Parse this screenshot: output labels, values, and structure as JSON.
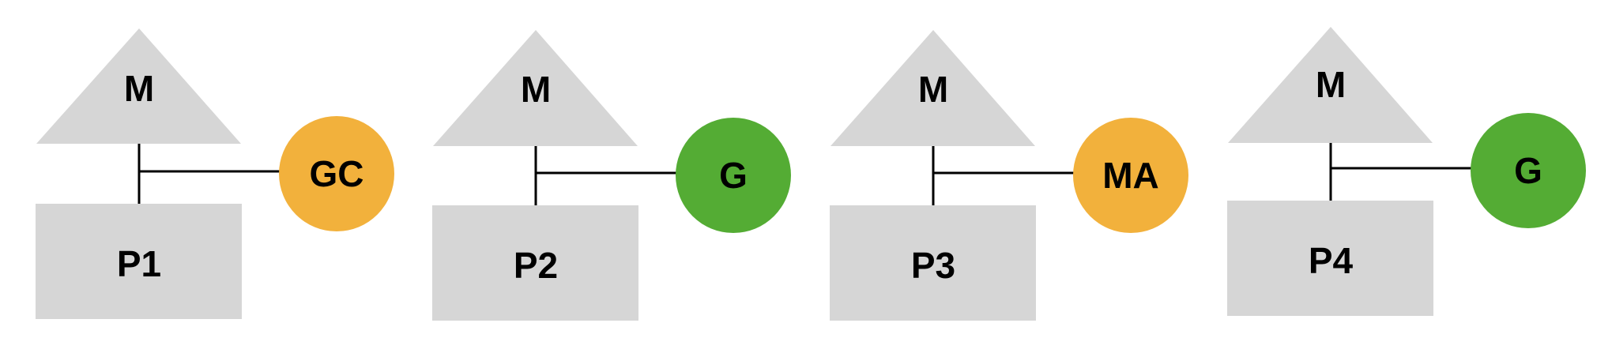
{
  "colors": {
    "shape_gray": "#d6d6d6",
    "orange": "#f2b13c",
    "green": "#54ac34",
    "line": "#000000",
    "text": "#000000"
  },
  "units": [
    {
      "machine_label": "M",
      "processor_label": "P1",
      "goroutine_label": "GC",
      "goroutine_color": "orange"
    },
    {
      "machine_label": "M",
      "processor_label": "P2",
      "goroutine_label": "G",
      "goroutine_color": "green"
    },
    {
      "machine_label": "M",
      "processor_label": "P3",
      "goroutine_label": "MA",
      "goroutine_color": "orange"
    },
    {
      "machine_label": "M",
      "processor_label": "P4",
      "goroutine_label": "G",
      "goroutine_color": "green"
    }
  ]
}
